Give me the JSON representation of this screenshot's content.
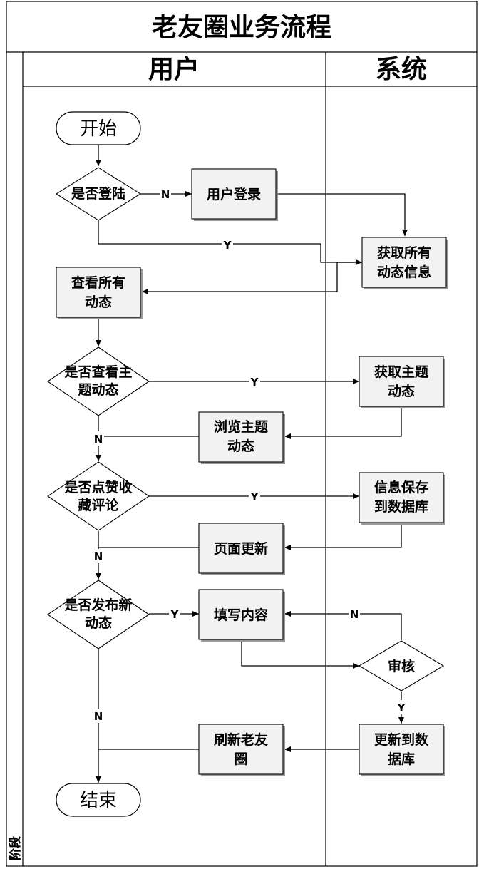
{
  "title": "老友圈业务流程",
  "lanes": {
    "user": "用户",
    "system": "系统"
  },
  "phase_label": "阶段",
  "nodes": {
    "start": "开始",
    "login_check": "是否登陆",
    "user_login": "用户登录",
    "get_all": [
      "获取所有",
      "动态信息"
    ],
    "view_all": [
      "查看所有",
      "动态"
    ],
    "topic_check": [
      "是否查看主",
      "题动态"
    ],
    "get_topic": [
      "获取主题",
      "动态"
    ],
    "browse_topic": [
      "浏览主题",
      "动态"
    ],
    "like_check": [
      "是否点赞收",
      "藏评论"
    ],
    "save_db": [
      "信息保存",
      "到数据库"
    ],
    "page_update": "页面更新",
    "publish_check": [
      "是否发布新",
      "动态"
    ],
    "fill_content": "填写内容",
    "review": "审核",
    "update_db": [
      "更新到数",
      "据库"
    ],
    "refresh": [
      "刷新老友",
      "圈"
    ],
    "end": "结束"
  },
  "edge_labels": {
    "login_no": "N",
    "login_yes": "Y",
    "topic_yes": "Y",
    "topic_no": "N",
    "like_yes": "Y",
    "like_no": "N",
    "publish_yes": "Y",
    "publish_no": "N",
    "review_no": "N",
    "review_yes": "Y"
  }
}
